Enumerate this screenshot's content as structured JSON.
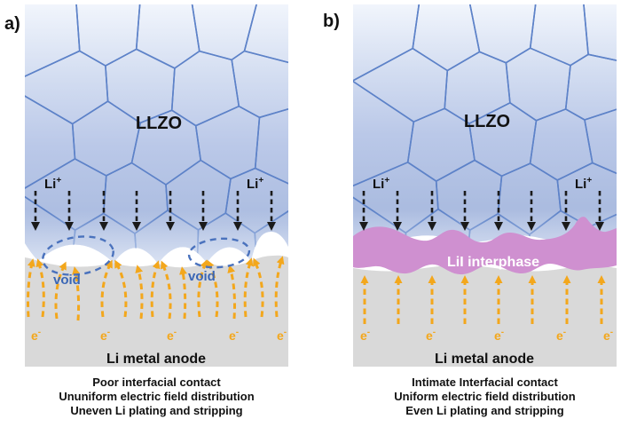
{
  "figure": {
    "type": "schematic",
    "topic": "LLZO solid electrolyte / Li metal anode interface comparison"
  },
  "panels": [
    {
      "id": "a",
      "tag": "a)",
      "electrolyte_label": "LLZO",
      "li_ion_label": {
        "base": "Li",
        "sup": "+"
      },
      "electron_label": {
        "base": "e",
        "sup": "-"
      },
      "void_label": "void",
      "anode_label": "Li metal anode",
      "caption": [
        "Poor interfacial contact",
        "Ununiform electric field distribution",
        "Uneven Li plating and stripping"
      ]
    },
    {
      "id": "b",
      "tag": "b)",
      "electrolyte_label": "LLZO",
      "li_ion_label": {
        "base": "Li",
        "sup": "+"
      },
      "electron_label": {
        "base": "e",
        "sup": "-"
      },
      "interphase_label": "LiI interphase",
      "anode_label": "Li metal anode",
      "caption": [
        "Intimate Interfacial contact",
        "Uniform electric field distribution",
        "Even Li plating and stripping"
      ]
    }
  ],
  "colors": {
    "grain_boundary": "#5d82c8",
    "llzo_top": "#f1f5fc",
    "llzo_mid": "#bac8e8",
    "llzo_bottom": "#abbce0",
    "anode_gray": "#d9d9d9",
    "interphase_purple": "#cf90d0",
    "electron_orange": "#f3a71c",
    "void_circle_blue": "#4a72bd",
    "void_text_blue": "#3a66b5",
    "li_arrow_black": "#1a1a1a"
  }
}
